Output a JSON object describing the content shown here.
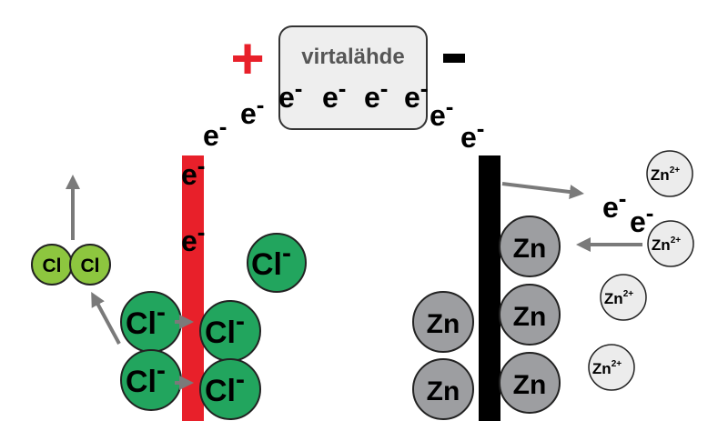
{
  "source": {
    "label": "virtalähde",
    "plus_sign": "+",
    "minus_sign": "-"
  },
  "electron": {
    "base": "e",
    "charge": "-"
  },
  "chloride_ion": {
    "symbol": "Cl",
    "charge": "-"
  },
  "chlorine_molecule": {
    "atom_label": "Cl"
  },
  "zinc_atom": {
    "symbol": "Zn"
  },
  "zinc_ion": {
    "symbol": "Zn",
    "charge": "2+"
  },
  "colors": {
    "positive_electrode": "#e8202a",
    "negative_electrode": "#000000",
    "chloride_fill": "#22a55e",
    "chlorine_fill": "#8dc63f",
    "zinc_fill": "#9d9ea1",
    "zinc_ion_fill": "#ececec",
    "arrow": "#7a7a7a",
    "source_box_fill": "#eeeeee"
  }
}
